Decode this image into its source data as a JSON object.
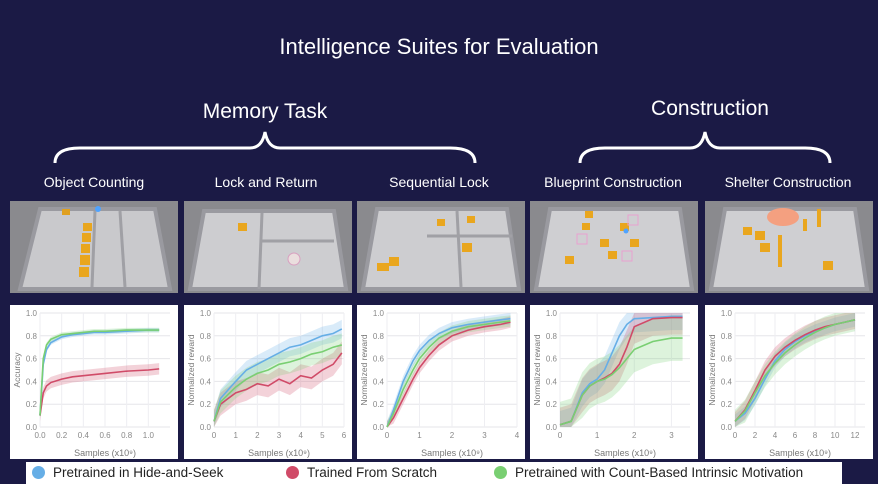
{
  "title": "Intelligence Suites for Evaluation",
  "groups": {
    "memory": "Memory Task",
    "construction": "Construction"
  },
  "tasks": [
    "Object Counting",
    "Lock and Return",
    "Sequential Lock",
    "Blueprint Construction",
    "Shelter Construction"
  ],
  "legend": [
    {
      "label": "Pretrained in Hide-and-Seek",
      "color": "#66aee6"
    },
    {
      "label": "Trained From Scratch",
      "color": "#d04b68"
    },
    {
      "label": "Pretrained with Count-Based Intrinsic Motivation",
      "color": "#79cf72"
    }
  ],
  "chart_data": [
    {
      "type": "line",
      "xlabel": "Samples (x10⁹)",
      "ylabel": "Accuracy",
      "xlim": [
        0,
        1.2
      ],
      "ylim": [
        0,
        1.0
      ],
      "xticks": [
        "0.0",
        "0.2",
        "0.4",
        "0.6",
        "0.8",
        "1.0"
      ],
      "yticks": [
        "0.0",
        "0.2",
        "0.4",
        "0.6",
        "0.8",
        "1.0"
      ],
      "series": [
        {
          "name": "Pretrained in Hide-and-Seek",
          "x": [
            0,
            0.03,
            0.06,
            0.1,
            0.2,
            0.3,
            0.4,
            0.5,
            0.6,
            0.8,
            1.0,
            1.1
          ],
          "y": [
            0.1,
            0.55,
            0.68,
            0.74,
            0.79,
            0.81,
            0.82,
            0.83,
            0.83,
            0.84,
            0.85,
            0.85
          ],
          "band": 0.02
        },
        {
          "name": "Trained From Scratch",
          "x": [
            0,
            0.03,
            0.06,
            0.1,
            0.2,
            0.3,
            0.4,
            0.5,
            0.6,
            0.8,
            1.0,
            1.1
          ],
          "y": [
            0.1,
            0.3,
            0.36,
            0.39,
            0.42,
            0.44,
            0.45,
            0.46,
            0.47,
            0.49,
            0.5,
            0.51
          ],
          "band": 0.05
        },
        {
          "name": "Pretrained with Count-Based Intrinsic Motivation",
          "x": [
            0,
            0.03,
            0.06,
            0.1,
            0.2,
            0.3,
            0.4,
            0.5,
            0.6,
            0.8,
            1.0,
            1.1
          ],
          "y": [
            0.1,
            0.6,
            0.72,
            0.77,
            0.81,
            0.82,
            0.83,
            0.84,
            0.84,
            0.85,
            0.85,
            0.85
          ],
          "band": 0.02
        }
      ]
    },
    {
      "type": "line",
      "xlabel": "Samples (x10⁹)",
      "ylabel": "Normalized reward",
      "xlim": [
        0,
        6
      ],
      "ylim": [
        0,
        1.0
      ],
      "xticks": [
        "0",
        "1",
        "2",
        "3",
        "4",
        "5",
        "6"
      ],
      "yticks": [
        "0.0",
        "0.2",
        "0.4",
        "0.6",
        "0.8",
        "1.0"
      ],
      "series": [
        {
          "name": "Pretrained in Hide-and-Seek",
          "x": [
            0,
            0.3,
            1,
            1.5,
            2,
            2.5,
            3,
            3.5,
            4,
            4.5,
            5,
            5.5,
            5.9
          ],
          "y": [
            0.05,
            0.25,
            0.4,
            0.5,
            0.55,
            0.6,
            0.65,
            0.7,
            0.72,
            0.76,
            0.8,
            0.82,
            0.86
          ],
          "band": 0.08
        },
        {
          "name": "Trained From Scratch",
          "x": [
            0,
            0.3,
            1,
            1.5,
            2,
            2.5,
            3,
            3.5,
            4,
            4.5,
            5,
            5.5,
            5.9
          ],
          "y": [
            0.05,
            0.2,
            0.3,
            0.33,
            0.38,
            0.36,
            0.42,
            0.38,
            0.45,
            0.43,
            0.5,
            0.55,
            0.65
          ],
          "band": 0.1
        },
        {
          "name": "Pretrained with Count-Based Intrinsic Motivation",
          "x": [
            0,
            0.3,
            1,
            1.5,
            2,
            2.5,
            3,
            3.5,
            4,
            4.5,
            5,
            5.5,
            5.9
          ],
          "y": [
            0.05,
            0.22,
            0.35,
            0.42,
            0.47,
            0.5,
            0.55,
            0.57,
            0.6,
            0.64,
            0.66,
            0.7,
            0.72
          ],
          "band": 0.1
        }
      ]
    },
    {
      "type": "line",
      "xlabel": "Samples (x10⁹)",
      "ylabel": "Normalized reward",
      "xlim": [
        0,
        4
      ],
      "ylim": [
        0,
        1.0
      ],
      "xticks": [
        "0",
        "1",
        "2",
        "3",
        "4"
      ],
      "yticks": [
        "0.0",
        "0.2",
        "0.4",
        "0.6",
        "0.8",
        "1.0"
      ],
      "series": [
        {
          "name": "Pretrained in Hide-and-Seek",
          "x": [
            0,
            0.2,
            0.5,
            0.8,
            1,
            1.3,
            1.6,
            2,
            2.5,
            3,
            3.5,
            3.8
          ],
          "y": [
            0,
            0.15,
            0.4,
            0.58,
            0.67,
            0.76,
            0.82,
            0.87,
            0.9,
            0.92,
            0.94,
            0.95
          ],
          "band": 0.05
        },
        {
          "name": "Trained From Scratch",
          "x": [
            0,
            0.2,
            0.5,
            0.8,
            1,
            1.3,
            1.6,
            2,
            2.5,
            3,
            3.5,
            3.8
          ],
          "y": [
            0,
            0.08,
            0.25,
            0.42,
            0.52,
            0.63,
            0.72,
            0.8,
            0.85,
            0.88,
            0.9,
            0.92
          ],
          "band": 0.05
        },
        {
          "name": "Pretrained with Count-Based Intrinsic Motivation",
          "x": [
            0,
            0.2,
            0.5,
            0.8,
            1,
            1.3,
            1.6,
            2,
            2.5,
            3,
            3.5,
            3.8
          ],
          "y": [
            0,
            0.12,
            0.33,
            0.5,
            0.6,
            0.7,
            0.78,
            0.84,
            0.88,
            0.9,
            0.92,
            0.93
          ],
          "band": 0.05
        }
      ]
    },
    {
      "type": "line",
      "xlabel": "Samples (x10⁹)",
      "ylabel": "Normalized reward",
      "xlim": [
        0,
        3.5
      ],
      "ylim": [
        0,
        1.0
      ],
      "xticks": [
        "0",
        "1",
        "2",
        "3"
      ],
      "yticks": [
        "0.0",
        "0.2",
        "0.4",
        "0.6",
        "0.8",
        "1.0"
      ],
      "series": [
        {
          "name": "Pretrained in Hide-and-Seek",
          "x": [
            0,
            0.3,
            0.6,
            0.8,
            1,
            1.2,
            1.4,
            1.6,
            1.8,
            2,
            2.5,
            3,
            3.3
          ],
          "y": [
            0.02,
            0.05,
            0.3,
            0.38,
            0.42,
            0.5,
            0.65,
            0.8,
            0.9,
            0.95,
            0.96,
            0.97,
            0.97
          ],
          "band": 0.12
        },
        {
          "name": "Trained From Scratch",
          "x": [
            0,
            0.3,
            0.6,
            0.8,
            1,
            1.2,
            1.4,
            1.6,
            1.8,
            2,
            2.5,
            3,
            3.3
          ],
          "y": [
            0.02,
            0.05,
            0.28,
            0.36,
            0.4,
            0.43,
            0.47,
            0.55,
            0.7,
            0.88,
            0.95,
            0.96,
            0.96
          ],
          "band": 0.15
        },
        {
          "name": "Pretrained with Count-Based Intrinsic Motivation",
          "x": [
            0,
            0.3,
            0.6,
            0.8,
            1,
            1.2,
            1.4,
            1.6,
            1.8,
            2,
            2.5,
            3,
            3.3
          ],
          "y": [
            0.02,
            0.05,
            0.28,
            0.36,
            0.4,
            0.42,
            0.46,
            0.52,
            0.6,
            0.68,
            0.75,
            0.78,
            0.78
          ],
          "band": 0.2
        }
      ]
    },
    {
      "type": "line",
      "xlabel": "Samples (x10⁹)",
      "ylabel": "Normalized reward",
      "xlim": [
        0,
        13
      ],
      "ylim": [
        0,
        1.0
      ],
      "xticks": [
        "0",
        "2",
        "4",
        "6",
        "8",
        "10",
        "12"
      ],
      "yticks": [
        "0.0",
        "0.2",
        "0.4",
        "0.6",
        "0.8",
        "1.0"
      ],
      "series": [
        {
          "name": "Pretrained in Hide-and-Seek",
          "x": [
            0,
            1,
            2,
            3,
            4,
            5,
            6,
            7,
            8,
            9,
            10,
            11,
            12
          ],
          "y": [
            0.05,
            0.12,
            0.25,
            0.42,
            0.58,
            0.68,
            0.75,
            0.8,
            0.84,
            0.87,
            0.9,
            0.92,
            0.94
          ],
          "band": 0.06
        },
        {
          "name": "Trained From Scratch",
          "x": [
            0,
            1,
            2,
            3,
            4,
            5,
            6,
            7,
            8,
            9,
            10,
            11,
            12
          ],
          "y": [
            0.05,
            0.15,
            0.32,
            0.5,
            0.62,
            0.7,
            0.76,
            0.81,
            0.85,
            0.88,
            0.9,
            0.92,
            0.94
          ],
          "band": 0.08
        },
        {
          "name": "Pretrained with Count-Based Intrinsic Motivation",
          "x": [
            0,
            1,
            2,
            3,
            4,
            5,
            6,
            7,
            8,
            9,
            10,
            11,
            12
          ],
          "y": [
            0.05,
            0.14,
            0.3,
            0.45,
            0.56,
            0.65,
            0.72,
            0.78,
            0.83,
            0.87,
            0.9,
            0.92,
            0.94
          ],
          "band": 0.1
        }
      ]
    }
  ]
}
